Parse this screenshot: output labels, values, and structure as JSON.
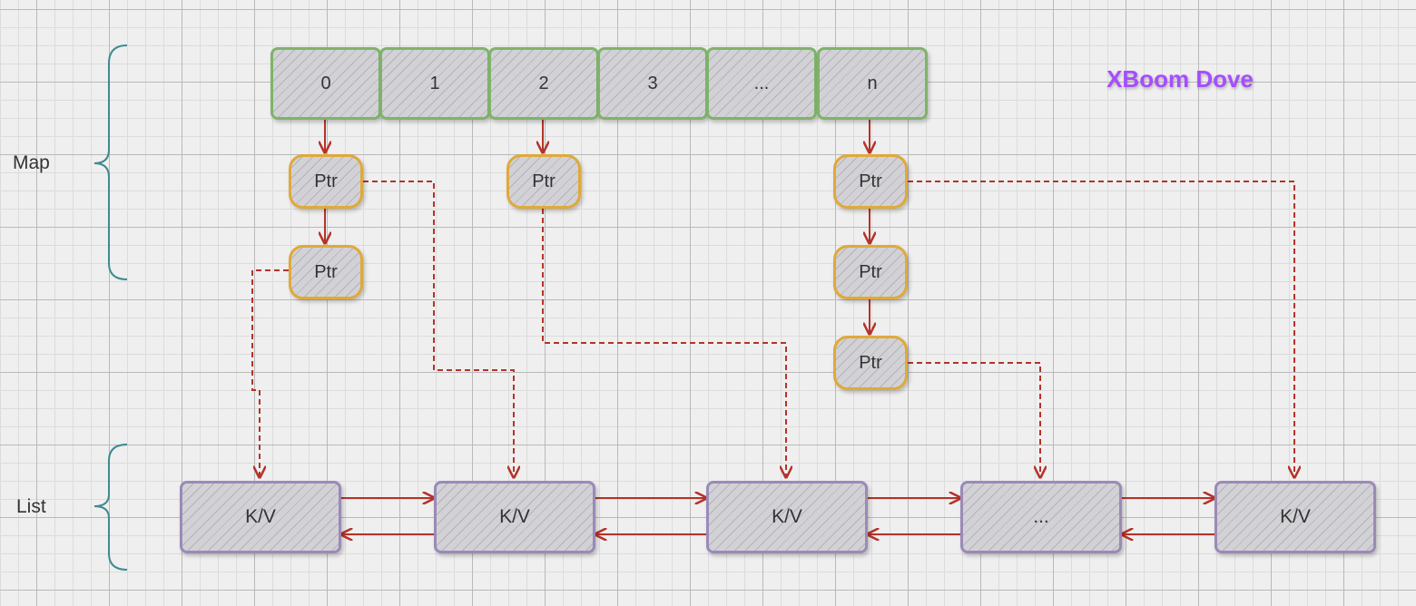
{
  "labels": {
    "map": "Map",
    "list": "List"
  },
  "watermark": "XBoom Dove",
  "map_cells": [
    "0",
    "1",
    "2",
    "3",
    "...",
    "n"
  ],
  "pointers": [
    "Ptr",
    "Ptr",
    "Ptr",
    "Ptr",
    "Ptr",
    "Ptr"
  ],
  "list_nodes": [
    "K/V",
    "K/V",
    "K/V",
    "...",
    "K/V"
  ],
  "colors": {
    "cell_border": "#7fb36a",
    "pointer_border": "#e0a93a",
    "list_border": "#9b8ab8",
    "arrow": "#b4332a",
    "brace": "#3e8a8f",
    "watermark": "#a64dff"
  }
}
